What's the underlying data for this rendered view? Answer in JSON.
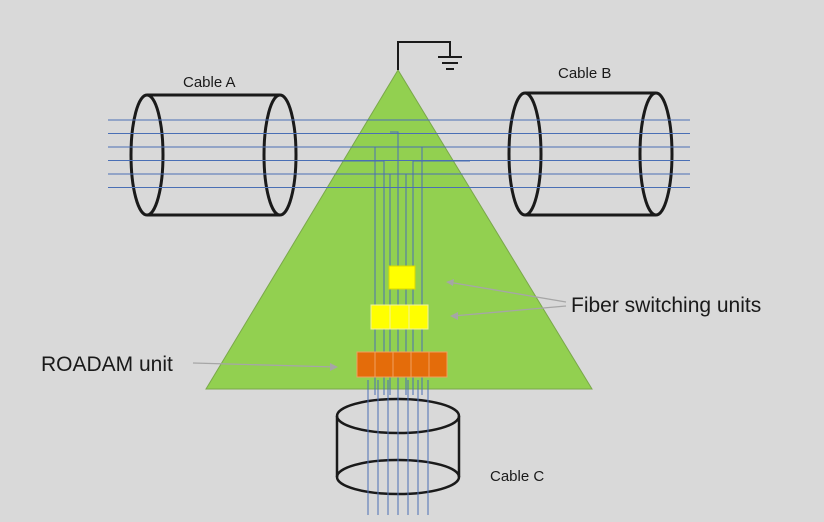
{
  "labels": {
    "cable_a": "Cable A",
    "cable_b": "Cable B",
    "cable_c": "Cable C",
    "fiber_switching_units": "Fiber switching units",
    "roadam_unit": "ROADAM unit"
  },
  "colors": {
    "background": "#d9d9d9",
    "triangle_fill": "#92d050",
    "fiber_line": "#4a6fb5",
    "switch_unit": "#ffff00",
    "roadam_unit": "#e46c0a",
    "pointer_line": "#a6a6a6",
    "outline": "#1a1a1a"
  },
  "components": {
    "top_switch_cells": 1,
    "middle_switch_cells": 3,
    "roadam_cells": 5,
    "cable_fibers": 6,
    "vertical_fibers": 7
  }
}
